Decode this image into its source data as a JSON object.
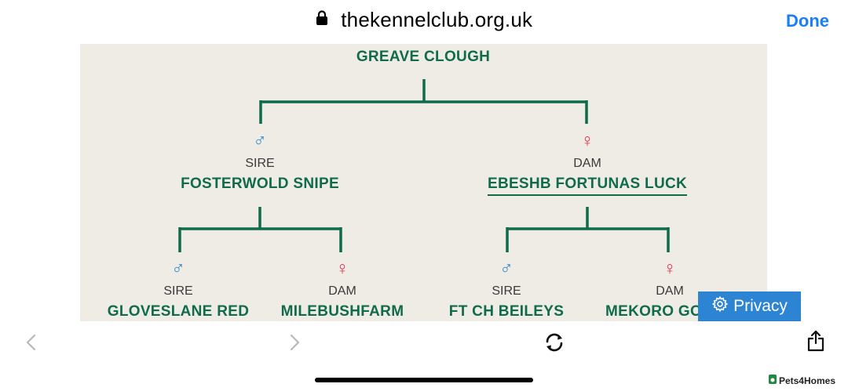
{
  "browser": {
    "url": "thekennelclub.org.uk",
    "done_label": "Done",
    "privacy_label": "Privacy"
  },
  "pedigree": {
    "dog": "GREAVE CLOUGH",
    "sire": {
      "role": "SIRE",
      "name": "FOSTERWOLD SNIPE",
      "symbol": "♂"
    },
    "dam": {
      "role": "DAM",
      "name": "EBESHB FORTUNAS LUCK",
      "symbol": "♀"
    },
    "sire_sire": {
      "role": "SIRE",
      "name": "GLOVESLANE RED",
      "symbol": "♂"
    },
    "sire_dam": {
      "role": "DAM",
      "name": "MILEBUSHFARM",
      "symbol": "♀"
    },
    "dam_sire": {
      "role": "SIRE",
      "name": "FT CH BEILEYS",
      "symbol": "♂"
    },
    "dam_dam": {
      "role": "DAM",
      "name": "MEKORO GOL",
      "symbol": "♀"
    }
  },
  "colors": {
    "tree_green": "#0f6b4c",
    "male_blue": "#2a86c8",
    "female_red": "#e0304a",
    "panel_bg": "#efece6",
    "accent_blue": "#1a7ef5"
  },
  "watermark": "Pets4Homes"
}
